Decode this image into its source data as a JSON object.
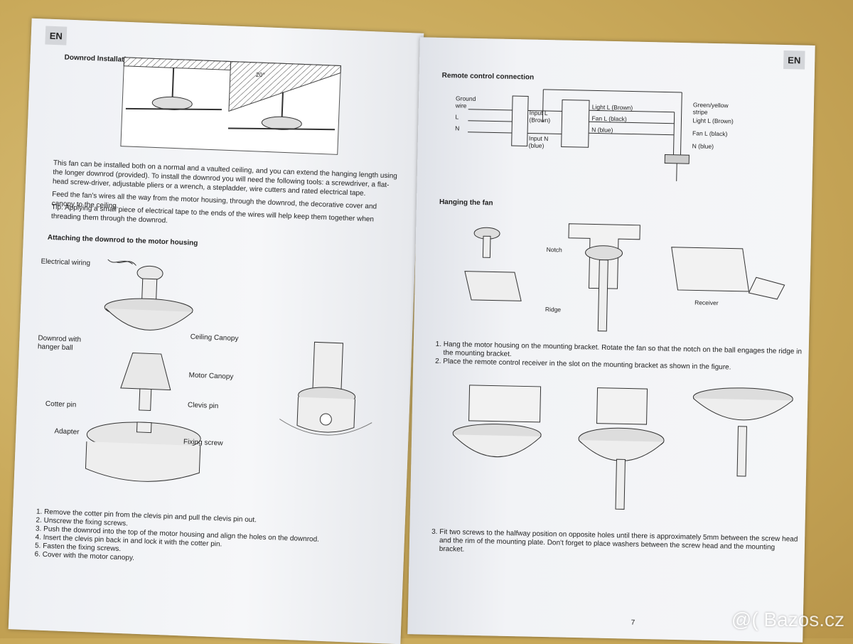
{
  "left_page": {
    "badge": "EN",
    "title_downrod": "Downrod Installation",
    "angle": "20°",
    "intro_1": "This fan can be installed both on a normal and a vaulted ceiling, and you can extend the hanging length using the longer downrod (provided). To install the downrod you will need the following tools: a screwdriver, a flat-head screw-driver, adjustable pliers or a wrench, a stepladder, wire cutters and rated electrical tape.",
    "intro_2": "Feed the fan's wires all the way from the motor housing, through the downrod, the decorative cover and canopy to the ceiling.",
    "intro_3": "Tip: Applying a small piece of electrical tape to the ends of the wires will help keep them together when threading them through the downrod.",
    "title_attach": "Attaching the downrod to the motor housing",
    "labels": {
      "electrical_wiring": "Electrical wiring",
      "downrod_hanger": "Downrod with hanger ball",
      "ceiling_canopy": "Ceiling Canopy",
      "motor_canopy": "Motor Canopy",
      "cotter_pin": "Cotter pin",
      "clevis_pin": "Clevis pin",
      "adapter": "Adapter",
      "fixing_screw": "Fixing screw"
    },
    "steps": [
      "Remove the cotter pin from the clevis pin and pull the clevis pin out.",
      "Unscrew the fixing screws.",
      "Push the downrod into the top of the motor housing and align the holes on the downrod.",
      "Insert the clevis pin back in and lock it with the cotter pin.",
      "Fasten the fixing screws.",
      "Cover with the motor canopy."
    ]
  },
  "right_page": {
    "badge": "EN",
    "title_remote": "Remote control connection",
    "wiring": {
      "ground": "Ground wire",
      "L": "L",
      "N": "N",
      "input_l": "Input L (Brown)",
      "input_n": "Input N (blue)",
      "light_l": "Light L (Brown)",
      "fan_l": "Fan L (black)",
      "n_blue": "N (blue)",
      "green_yellow": "Green/yellow stripe",
      "light_l2": "Light L (Brown)",
      "fan_l2": "Fan L (black)",
      "n_blue2": "N (blue)"
    },
    "title_hanging": "Hanging the fan",
    "labels": {
      "notch": "Notch",
      "ridge": "Ridge",
      "receiver": "Receiver"
    },
    "steps_1": [
      "Hang the motor housing on the mounting bracket. Rotate the fan so that the notch on the ball engages the ridge in the mounting bracket.",
      "Place the remote control receiver in the slot on the mounting bracket as shown in the figure."
    ],
    "step_3": "Fit two screws to the halfway position on opposite holes until there is approximately 5mm between the screw head and the rim of the mounting plate. Don't forget to place washers between the screw head and the mounting bracket.",
    "page_number": "7"
  },
  "watermark": "@( Bazos.cz"
}
